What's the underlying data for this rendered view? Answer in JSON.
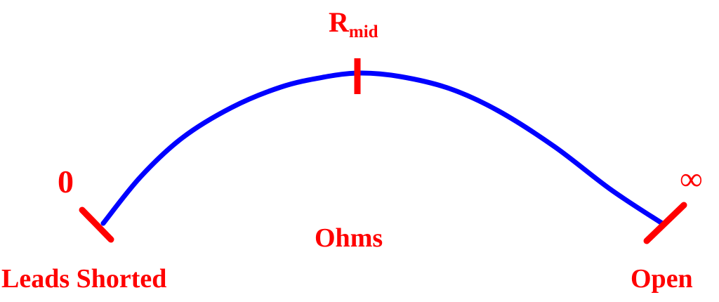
{
  "diagram": {
    "title_implicit": "Analog ohmmeter scale",
    "colors": {
      "arc": "#0000ff",
      "marks": "#ff0000",
      "background": "#ffffff"
    },
    "labels": {
      "mid_scale": {
        "base": "R",
        "subscript": "mid"
      },
      "left_value": "0",
      "right_value": "∞",
      "units": "Ohms",
      "left_condition": "Leads Shorted",
      "right_condition": "Open"
    },
    "marks": [
      {
        "name": "zero-tick",
        "orientation": "diagonal-down-right"
      },
      {
        "name": "mid-tick",
        "orientation": "vertical"
      },
      {
        "name": "infinity-tick",
        "orientation": "diagonal-up-right"
      }
    ]
  },
  "chart_data": {
    "type": "line",
    "title": "Ohms",
    "xlabel": "",
    "ylabel": "",
    "categories": [
      "0",
      "R_mid",
      "∞"
    ],
    "annotations": [
      "Leads Shorted",
      "Ohms",
      "Open"
    ],
    "series": [
      {
        "name": "ohmmeter-scale-arc",
        "color": "#0000ff",
        "points": [
          [
            147,
            318
          ],
          [
            200,
            252
          ],
          [
            260,
            196
          ],
          [
            330,
            153
          ],
          [
            400,
            124
          ],
          [
            460,
            110
          ],
          [
            512,
            104
          ],
          [
            570,
            109
          ],
          [
            640,
            126
          ],
          [
            710,
            158
          ],
          [
            790,
            209
          ],
          [
            870,
            270
          ],
          [
            943,
            318
          ]
        ]
      }
    ],
    "ticks": [
      {
        "label": "0",
        "x1": 117,
        "y1": 299,
        "x2": 158,
        "y2": 341
      },
      {
        "label": "R_mid",
        "x1": 509,
        "y1": 83,
        "x2": 509,
        "y2": 134
      },
      {
        "label": "∞",
        "x1": 921,
        "y1": 343,
        "x2": 974,
        "y2": 292
      }
    ],
    "xlim": [
      0,
      1024
    ],
    "ylim": [
      0,
      430
    ],
    "grid": false,
    "legend": "none"
  }
}
